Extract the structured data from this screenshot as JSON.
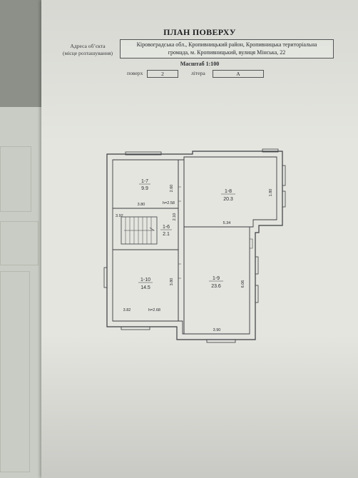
{
  "document": {
    "title": "ПЛАН ПОВЕРХУ",
    "address_label_line1": "Адреса об’єкта",
    "address_label_line2": "(місце розташування)",
    "address_line1": "Кіровоградська обл., Кропивницький район, Кропивницька територіальна",
    "address_line2": "громада, м. Кропивницький, вулиця Мінська, 22",
    "scale": "Масштаб 1:100",
    "floor_label": "поверх",
    "floor_value": "2",
    "letter_label": "літера",
    "letter_value": "А"
  },
  "plan": {
    "rooms": [
      {
        "id": "1-7",
        "area": "9.9"
      },
      {
        "id": "1-8",
        "area": "20.3"
      },
      {
        "id": "1-6",
        "area": "2.1"
      },
      {
        "id": "1-10",
        "area": "14.5"
      },
      {
        "id": "1-9",
        "area": "23.6"
      }
    ],
    "dimensions": {
      "d_2_60": "2.60",
      "d_3_80_a": "3.80",
      "h_2_58": "h=2.58",
      "d_1_80": "1.80",
      "d_3_92": "3.92",
      "d_2_10": "2.10",
      "d_5_34": "5.34",
      "d_3_80_b": "3.80",
      "d_6_06": "6.06",
      "d_3_82": "3.82",
      "h_2_68": "h=2.68",
      "d_3_90": "3.90"
    }
  }
}
